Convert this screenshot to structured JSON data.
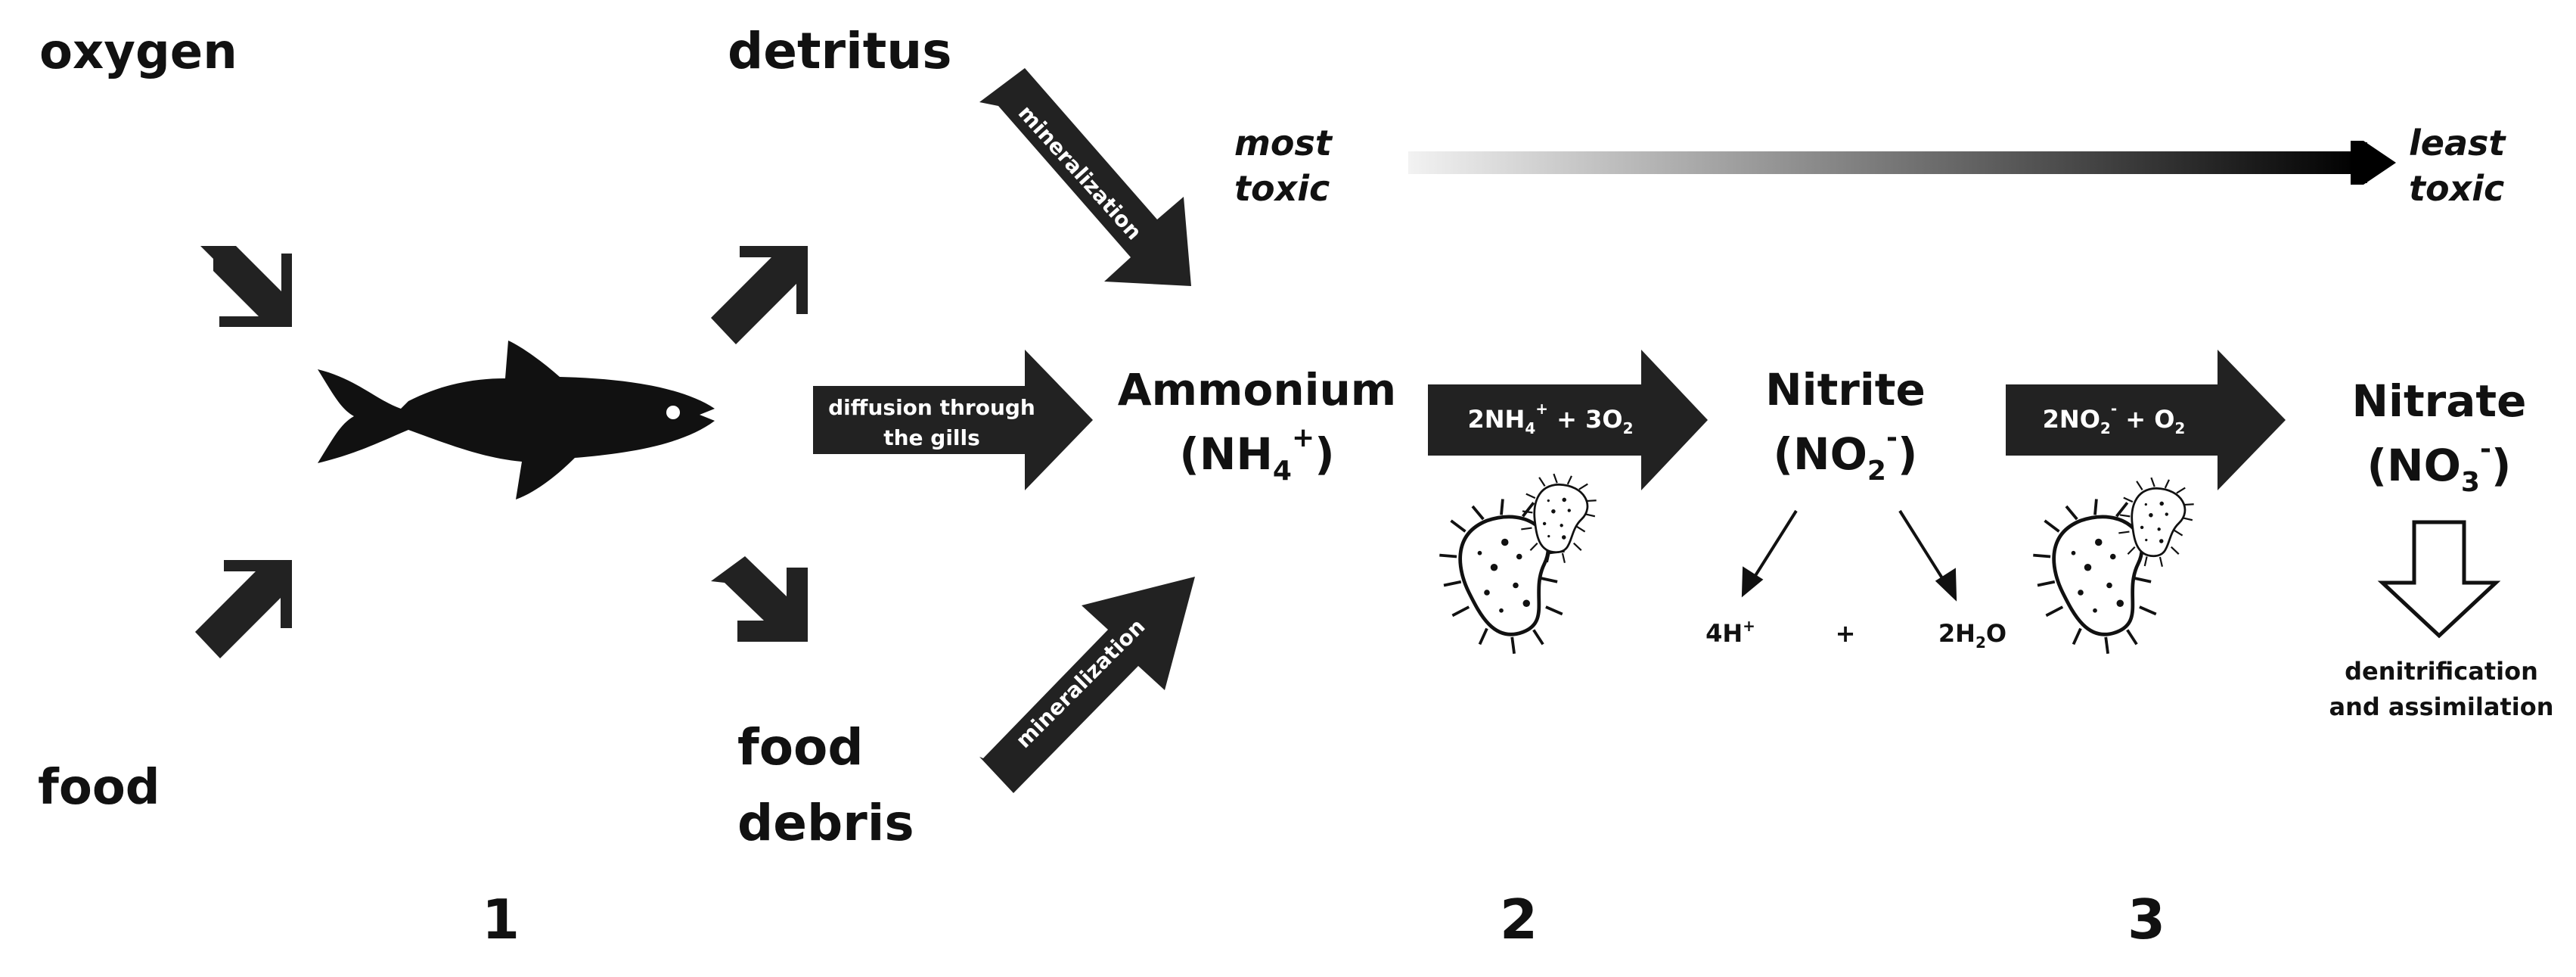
{
  "labels": {
    "oxygen": "oxygen",
    "food": "food",
    "detritus": "detritus",
    "food_debris_1": "food",
    "food_debris_2": "debris",
    "most_toxic_1": "most",
    "most_toxic_2": "toxic",
    "least_toxic_1": "least",
    "least_toxic_2": "toxic",
    "ammonium": "Ammonium",
    "ammonium_formula": {
      "a": "(NH",
      "sub": "4",
      "sup": "+",
      "b": ")"
    },
    "nitrite": "Nitrite",
    "nitrite_formula": {
      "a": "(NO",
      "sub": "2",
      "sup": "-",
      "b": ")"
    },
    "nitrate": "Nitrate",
    "nitrate_formula": {
      "a": "(NO",
      "sub": "3",
      "sup": "-",
      "b": ")"
    },
    "products": {
      "h": {
        "a": "4H",
        "sup": "+"
      },
      "plus": "+",
      "water": {
        "a": "2H",
        "sub": "2",
        "b": "O"
      }
    },
    "denitrification_1": "denitrification",
    "denitrification_2": "and assimilation"
  },
  "arrows": {
    "mineralization_top": "mineralization",
    "mineralization_bottom": "mineralization",
    "diffusion_1": "diffusion through",
    "diffusion_2": "the gills",
    "reaction_1": {
      "a": "2NH",
      "sub": "4",
      "sup": "+",
      "b": " + 3O",
      "sub2": "2"
    },
    "reaction_2": {
      "a": "2NO",
      "sub": "2",
      "sup": "-",
      "b": " + O",
      "sub2": "2"
    }
  },
  "steps": [
    "1",
    "2",
    "3"
  ],
  "colors": {
    "arrow": "#222222",
    "text": "#111111",
    "gradient_start": "#f2f2f2",
    "gradient_end": "#000000"
  },
  "icons": [
    "fish-icon",
    "bacteria-icon"
  ]
}
